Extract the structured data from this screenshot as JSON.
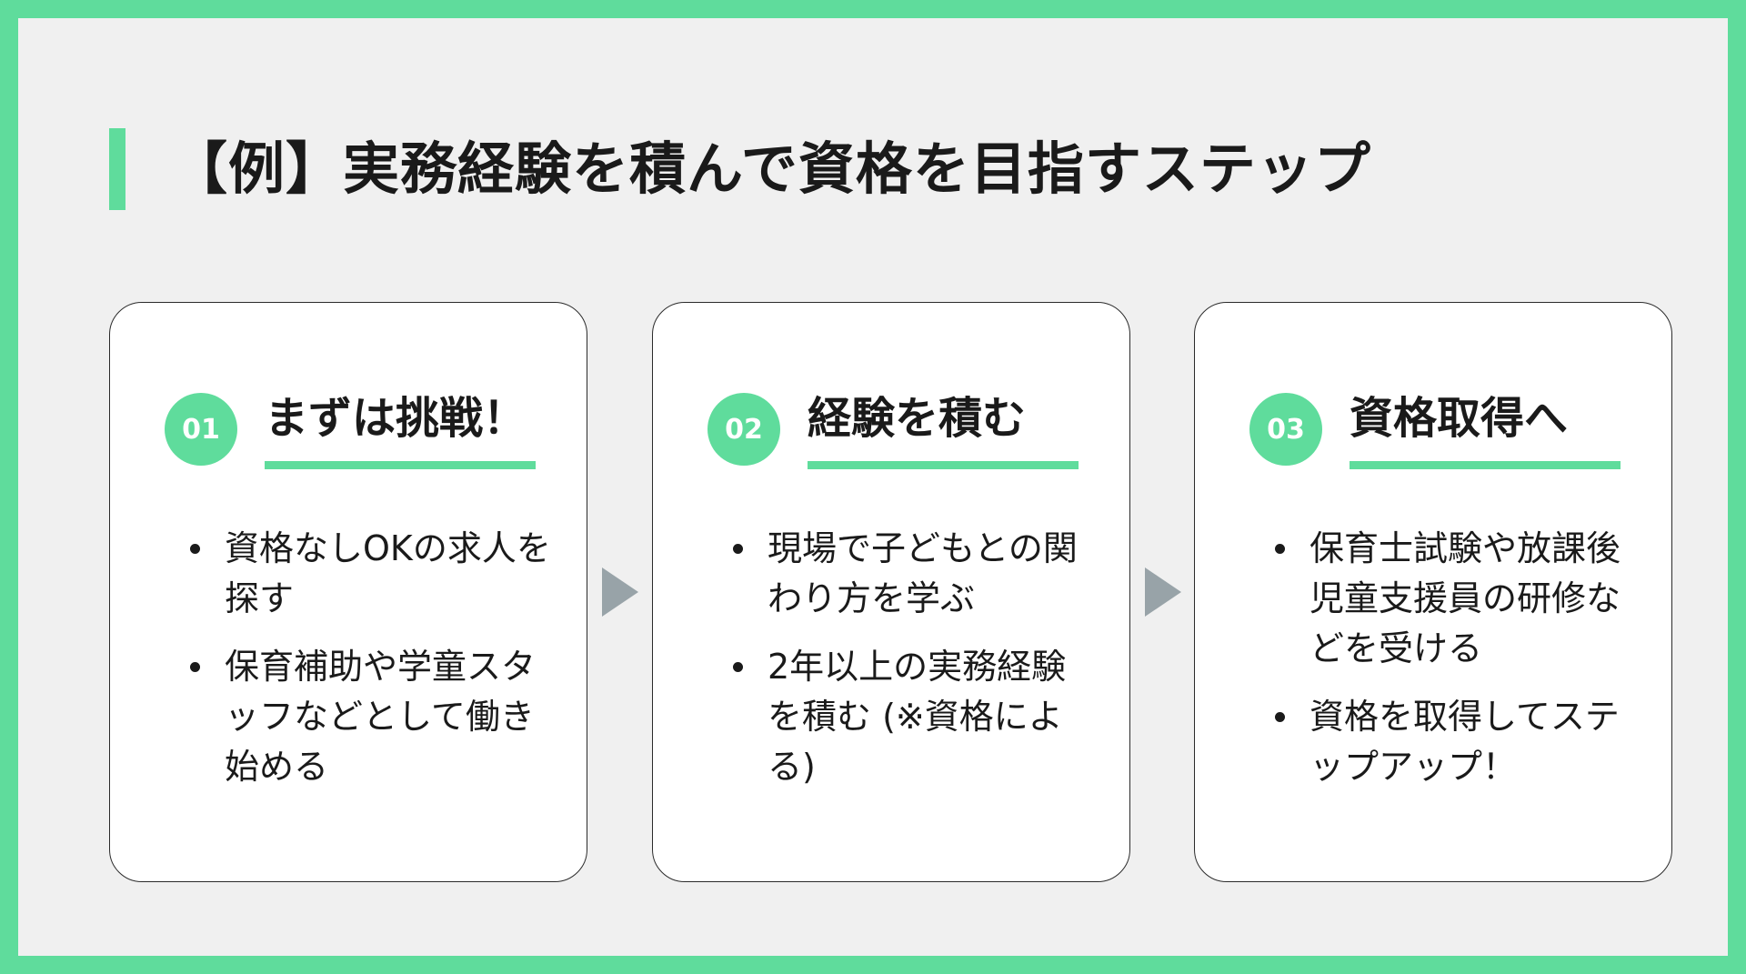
{
  "title": "【例】実務経験を積んで資格を目指すステップ",
  "steps": [
    {
      "number": "01",
      "title": "まずは挑戦！",
      "bullets": [
        "資格なしOKの求人を探す",
        "保育補助や学童スタッフなどとして働き始める"
      ]
    },
    {
      "number": "02",
      "title": "経験を積む",
      "bullets": [
        "現場で子どもとの関わり方を学ぶ",
        "2年以上の実務経験を積む (※資格による)"
      ]
    },
    {
      "number": "03",
      "title": "資格取得へ",
      "bullets": [
        "保育士試験や放課後児童支援員の研修などを受ける",
        "資格を取得してステップアップ！"
      ]
    }
  ],
  "colors": {
    "accent": "#5fdc9c",
    "background": "#f0f0f0",
    "arrow": "#98a3a8"
  },
  "icons": {
    "step_arrow": "triangle-right-icon",
    "bullet": "bullet-dot-icon"
  }
}
